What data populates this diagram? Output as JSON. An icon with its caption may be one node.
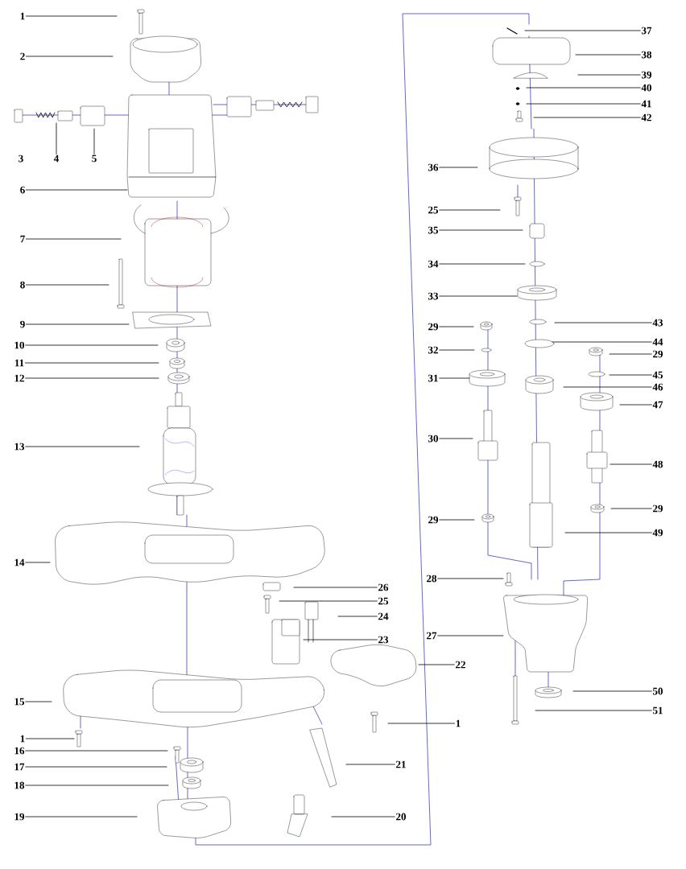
{
  "diagram": {
    "nodes": [
      {
        "text": [
          "1"
        ]
      },
      {
        "text": [
          "2"
        ]
      },
      {
        "text": [
          "4"
        ]
      },
      {
        "text": [
          "5"
        ]
      },
      {
        "text": [
          "6"
        ]
      },
      {
        "text": [
          "7"
        ]
      },
      {
        "text": [
          "8"
        ]
      },
      {
        "text": [
          "9"
        ]
      },
      {
        "text": [
          "10"
        ]
      },
      {
        "text": [
          "11"
        ]
      },
      {
        "text": [
          "12"
        ]
      },
      {
        "text": [
          "13"
        ]
      },
      {
        "text": [
          "14"
        ]
      },
      {
        "text": [
          "15"
        ]
      },
      {
        "text": [
          "1"
        ]
      },
      {
        "text": [
          "16"
        ]
      },
      {
        "text": [
          "17"
        ]
      },
      {
        "text": [
          "18"
        ]
      },
      {
        "text": [
          "19"
        ]
      },
      {
        "text": [
          "26"
        ]
      },
      {
        "text": [
          "25"
        ]
      },
      {
        "text": [
          "24"
        ]
      },
      {
        "text": [
          "23"
        ]
      },
      {
        "text": [
          "22"
        ]
      },
      {
        "text": [
          "1"
        ]
      },
      {
        "text": [
          "21"
        ]
      },
      {
        "text": [
          "20"
        ]
      },
      {
        "text": [
          "37"
        ]
      },
      {
        "text": [
          "38"
        ]
      },
      {
        "text": [
          "39"
        ]
      },
      {
        "text": [
          "40"
        ]
      },
      {
        "text": [
          "41"
        ]
      },
      {
        "text": [
          "42"
        ]
      },
      {
        "text": [
          "36"
        ]
      },
      {
        "text": [
          "25"
        ]
      },
      {
        "text": [
          "35"
        ]
      },
      {
        "text": [
          "34"
        ]
      },
      {
        "text": [
          "33"
        ]
      },
      {
        "text": [
          "29"
        ]
      },
      {
        "text": [
          "43"
        ]
      },
      {
        "text": [
          "32"
        ]
      },
      {
        "text": [
          "44"
        ]
      },
      {
        "text": [
          "29"
        ]
      },
      {
        "text": [
          "45"
        ]
      },
      {
        "text": [
          "31"
        ]
      },
      {
        "text": [
          "46"
        ]
      },
      {
        "text": [
          "47"
        ]
      },
      {
        "text": [
          "30"
        ]
      },
      {
        "text": [
          "48"
        ]
      },
      {
        "text": [
          "29"
        ]
      },
      {
        "text": [
          "29"
        ]
      },
      {
        "text": [
          "49"
        ]
      },
      {
        "text": [
          "28"
        ]
      },
      {
        "text": [
          "27"
        ]
      },
      {
        "text": [
          "50"
        ]
      },
      {
        "text": [
          "51"
        ]
      }
    ],
    "edges": [
      {
        "from": 0,
        "to": null,
        "arrow": "none"
      },
      {
        "from": 1,
        "to": null,
        "arrow": "none"
      },
      {
        "from": 2,
        "to": null,
        "arrow": "none"
      },
      {
        "from": 3,
        "to": null,
        "arrow": "none"
      },
      {
        "from": 4,
        "to": null,
        "arrow": "none"
      },
      {
        "from": 5,
        "to": null,
        "arrow": "none"
      },
      {
        "from": 6,
        "to": null,
        "arrow": "none"
      },
      {
        "from": 7,
        "to": null,
        "arrow": "none"
      },
      {
        "from": 8,
        "to": null,
        "arrow": "none"
      },
      {
        "from": 9,
        "to": null,
        "arrow": "none"
      },
      {
        "from": 10,
        "to": null,
        "arrow": "none"
      },
      {
        "from": 11,
        "to": null,
        "arrow": "none"
      },
      {
        "from": 12,
        "to": null,
        "arrow": "none"
      },
      {
        "from": 13,
        "to": null,
        "arrow": "none"
      },
      {
        "from": 14,
        "to": null,
        "arrow": "none"
      },
      {
        "from": 15,
        "to": null,
        "arrow": "none"
      },
      {
        "from": 16,
        "to": null,
        "arrow": "none"
      },
      {
        "from": 17,
        "to": null,
        "arrow": "none"
      },
      {
        "from": 18,
        "to": null,
        "arrow": "none"
      },
      {
        "from": 19,
        "to": null,
        "arrow": "none"
      },
      {
        "from": 20,
        "to": null,
        "arrow": "none"
      },
      {
        "from": 21,
        "to": null,
        "arrow": "none"
      },
      {
        "from": 22,
        "to": null,
        "arrow": "none"
      },
      {
        "from": 23,
        "to": null,
        "arrow": "none"
      },
      {
        "from": 24,
        "to": null,
        "arrow": "none"
      },
      {
        "from": 25,
        "to": null,
        "arrow": "none"
      },
      {
        "from": 26,
        "to": null,
        "arrow": "none"
      },
      {
        "from": 27,
        "to": null,
        "arrow": "none"
      },
      {
        "from": 28,
        "to": null,
        "arrow": "none"
      },
      {
        "from": 29,
        "to": null,
        "arrow": "none"
      },
      {
        "from": 30,
        "to": null,
        "arrow": "none"
      },
      {
        "from": 31,
        "to": null,
        "arrow": "none"
      },
      {
        "from": 32,
        "to": null,
        "arrow": "none"
      },
      {
        "from": 33,
        "to": null,
        "arrow": "none"
      },
      {
        "from": 34,
        "to": null,
        "arrow": "none"
      },
      {
        "from": 35,
        "to": null,
        "arrow": "none"
      },
      {
        "from": 36,
        "to": null,
        "arrow": "none"
      },
      {
        "from": 37,
        "to": null,
        "arrow": "none"
      },
      {
        "from": 38,
        "to": null,
        "arrow": "none"
      },
      {
        "from": 39,
        "to": null,
        "arrow": "none"
      },
      {
        "from": 40,
        "to": null,
        "arrow": "none"
      },
      {
        "from": 41,
        "to": null,
        "arrow": "none"
      },
      {
        "from": 42,
        "to": null,
        "arrow": "none"
      },
      {
        "from": 43,
        "to": null,
        "arrow": "none"
      },
      {
        "from": 44,
        "to": null,
        "arrow": "none"
      },
      {
        "from": 45,
        "to": null,
        "arrow": "none"
      },
      {
        "from": 46,
        "to": null,
        "arrow": "none"
      },
      {
        "from": 47,
        "to": null,
        "arrow": "none"
      },
      {
        "from": 48,
        "to": null,
        "arrow": "none"
      },
      {
        "from": 49,
        "to": null,
        "arrow": "none"
      },
      {
        "from": 50,
        "to": null,
        "arrow": "none"
      },
      {
        "from": 51,
        "to": null,
        "arrow": "none"
      },
      {
        "from": 52,
        "to": null,
        "arrow": "none"
      },
      {
        "from": 53,
        "to": null,
        "arrow": "none"
      },
      {
        "from": 54,
        "to": null,
        "arrow": "none"
      },
      {
        "from": 55,
        "to": null,
        "arrow": "none"
      }
    ],
    "labels": [
      "3"
    ]
  }
}
